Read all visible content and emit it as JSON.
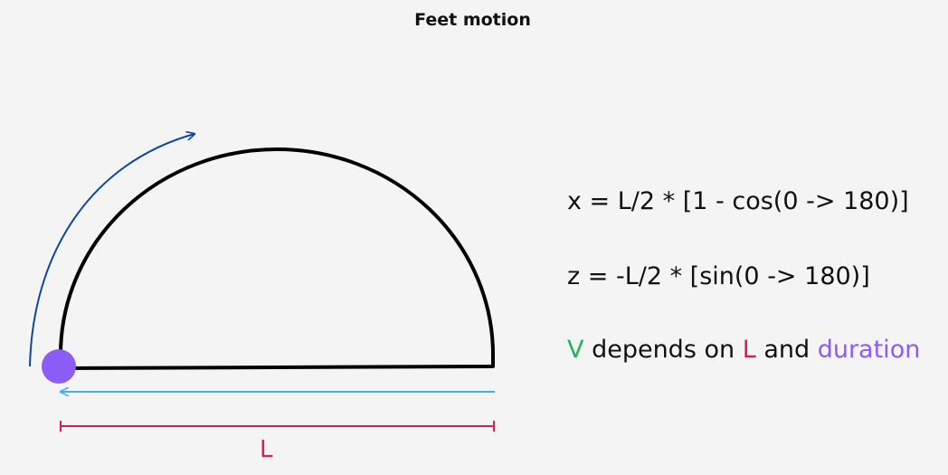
{
  "title": "Feet motion",
  "length_label": "L",
  "formulas": {
    "x": "x = L/2 * [1 - cos(0 -> 180)]",
    "z": "z = -L/2 * [sin(0 -> 180)]"
  },
  "note": {
    "v": "V",
    "depends_on": " depends on ",
    "l": "L",
    "and": " and ",
    "duration": "duration"
  },
  "colors": {
    "path": "#000000",
    "v": "#22b45a",
    "l": "#d61f55",
    "duration": "#8b5cf6",
    "foot_dot": "#8b5cf6",
    "motion_arc_arrow": "#0d47a1",
    "return_arrow": "#42aef0",
    "dimension_line": "#d61f55"
  }
}
